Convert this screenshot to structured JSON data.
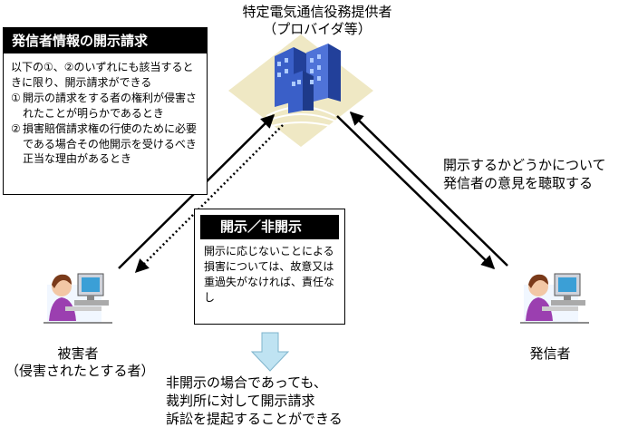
{
  "provider": {
    "title": "特定電気通信役務提供者",
    "subtitle": "（プロバイダ等）"
  },
  "disclosure_request": {
    "header": "発信者情報の開示請求",
    "intro": "以下の①、②のいずれにも該当するときに限り、開示請求ができる",
    "conditions": [
      {
        "num": "①",
        "text": "開示の請求をする者の権利が侵害されたことが明らかであるとき"
      },
      {
        "num": "②",
        "text": "損害賠償請求権の行使のために必要である場合その他開示を受けるべき正当な理由があるとき"
      }
    ]
  },
  "decision": {
    "header": "開示／非開示",
    "body": "開示に応じないことによる損害については、故意又は重過失がなければ、責任なし"
  },
  "hearing": {
    "line1": "開示するかどうかについて",
    "line2": "発信者の意見を聴取する"
  },
  "victim": {
    "label": "被害者",
    "sublabel": "（侵害されたとする者）"
  },
  "sender": {
    "label": "発信者"
  },
  "lawsuit": {
    "line1": "非開示の場合であっても、",
    "line2": "裁判所に対して開示請求",
    "line3": "訴訟を提起することができる"
  },
  "icons": {
    "provider": "office-building-icon",
    "victim": "person-at-computer-icon",
    "sender": "person-at-computer-icon"
  },
  "colors": {
    "building": "#3a5fc8",
    "diamond": "#efe8c4",
    "person_shirt": "#9b3fb0",
    "down_arrow": "#bfe3f2"
  }
}
